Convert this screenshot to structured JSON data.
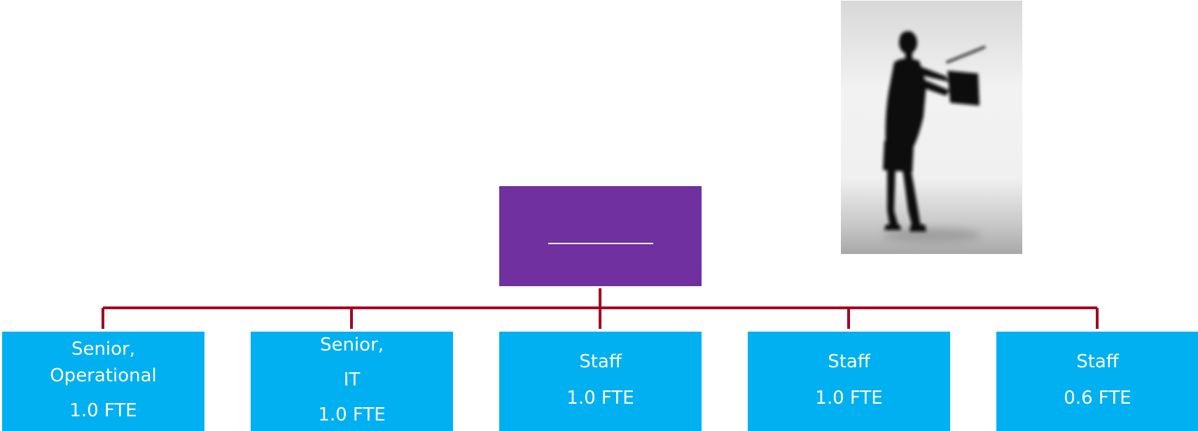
{
  "colors": {
    "manager_box": "#7030a0",
    "staff_box": "#00b0f0",
    "connector": "#a50021",
    "text": "#ffffff"
  },
  "org_chart": {
    "manager": {
      "name": ""
    },
    "staff": [
      {
        "lines": [
          "Senior,",
          "Operational",
          "1.0 FTE"
        ]
      },
      {
        "lines": [
          "Senior,",
          "IT",
          "1.0 FTE"
        ]
      },
      {
        "lines": [
          "Staff",
          "1.0 FTE"
        ]
      },
      {
        "lines": [
          "Staff",
          "1.0 FTE"
        ]
      },
      {
        "lines": [
          "Staff",
          "0.6 FTE"
        ]
      }
    ]
  },
  "photo": {
    "icon": "silhouette-presenter-photo"
  }
}
